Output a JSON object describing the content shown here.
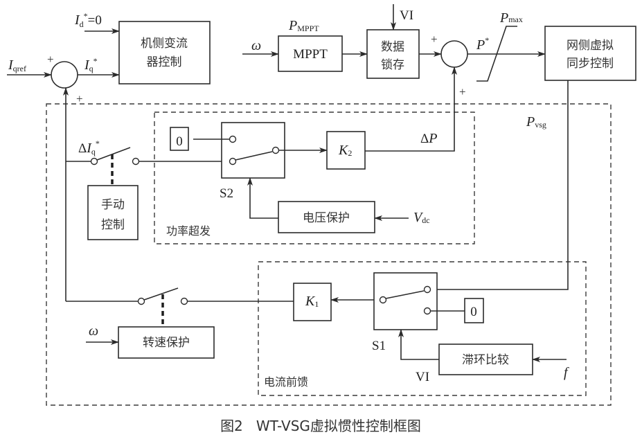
{
  "caption": "图2   WT-VSG虚拟惯性控制框图",
  "blocks": {
    "machine_side": [
      "机侧变流",
      "器控制"
    ],
    "mppt": "MPPT",
    "data_latch": [
      "数据",
      "锁存"
    ],
    "grid_side": [
      "网侧虚拟",
      "同步控制"
    ],
    "k2": {
      "main": "K",
      "sub": "2"
    },
    "k1": {
      "main": "K",
      "sub": "1"
    },
    "manual": [
      "手动",
      "控制"
    ],
    "voltage_protect": "电压保护",
    "speed_protect": "转速保护",
    "hysteresis": "滞环比较",
    "zero": "0"
  },
  "signals": {
    "id_ref": {
      "main": "I",
      "sub": "d",
      "sup": "*",
      "tail": "=0"
    },
    "iq_ref": {
      "main": "I",
      "sub": "qref"
    },
    "iq_star": {
      "main": "I",
      "sub": "q",
      "sup": "*"
    },
    "omega": "ω",
    "p_mppt": {
      "main": "P",
      "sub": "MPPT"
    },
    "vi": "VI",
    "p_star": {
      "main": "P",
      "sup": "*"
    },
    "p_max": {
      "main": "P",
      "sub": "max"
    },
    "p_vsg": {
      "main": "P",
      "sub": "vsg"
    },
    "delta_iq": {
      "delta": "Δ",
      "main": "I",
      "sub": "q",
      "sup": "*"
    },
    "delta_p": {
      "delta": "Δ",
      "main": "P"
    },
    "vdc": {
      "main": "V",
      "sub": "dc"
    },
    "f": "f",
    "plus": "+"
  },
  "switches": {
    "s1": "S1",
    "s2": "S2"
  },
  "regions": {
    "power_overshoot": "功率超发",
    "current_feedforward": "电流前馈"
  }
}
